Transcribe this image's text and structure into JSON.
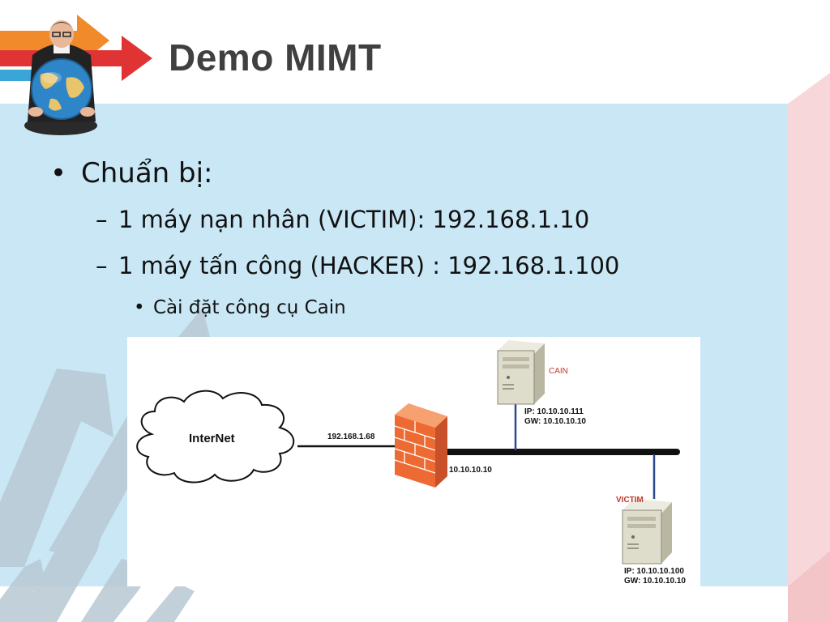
{
  "slide": {
    "title": "Demo MIMT",
    "colors": {
      "content_band": "#c9e7f5",
      "title_text": "#404040",
      "logo_arrow_red": "#e03434",
      "logo_arrow_orange": "#f08a2a",
      "logo_arrow_blue": "#3aa6d8",
      "right_decoration": "#f8d7da"
    },
    "bullets": {
      "level1": "Chuẩn bị:",
      "level2": [
        "1 máy nạn nhân (VICTIM): 192.168.1.10",
        "1 máy tấn công (HACKER) : 192.168.1.100"
      ],
      "level3": "Cài đặt công cụ Cain",
      "marks": {
        "level1": "•",
        "level2": "–",
        "level3": "•"
      }
    },
    "diagram": {
      "cloud_label": "InterNet",
      "firewall_wan_ip": "192.168.1.68",
      "firewall_lan_ip": "10.10.10.10",
      "cain": {
        "name": "CAIN",
        "ip_line": "IP:    10.10.10.111",
        "gw_line": "GW: 10.10.10.10"
      },
      "victim": {
        "name": "VICTIM",
        "ip_line": "IP:    10.10.10.100",
        "gw_line": "GW: 10.10.10.10"
      },
      "icons": [
        "cloud-icon",
        "firewall-icon",
        "server-icon",
        "server-icon"
      ]
    }
  }
}
